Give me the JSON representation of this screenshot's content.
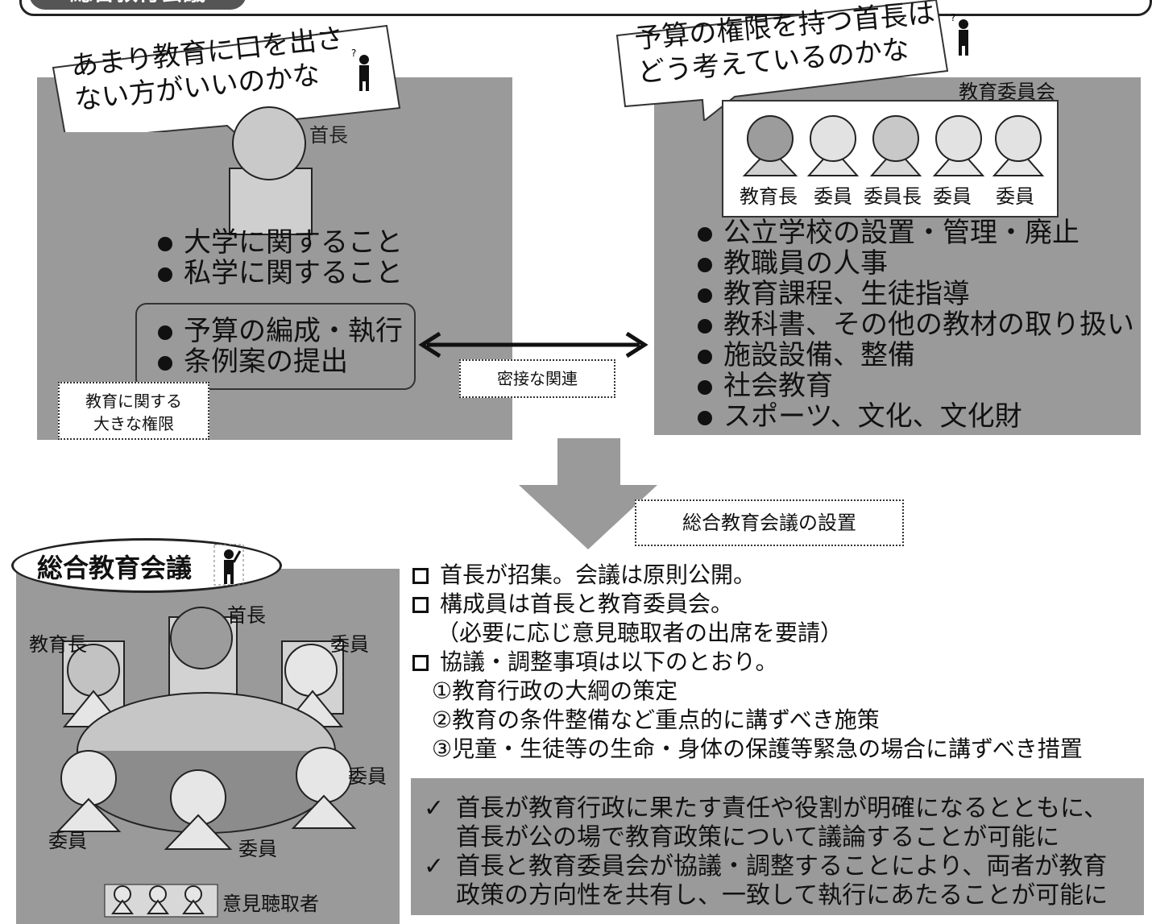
{
  "header": {
    "title": "総合教育会議"
  },
  "left_panel": {
    "bubble": [
      "あまり教育に口を出さ",
      "ない方がいいのかな"
    ],
    "head_label": "首長",
    "bullets": [
      "大学に関すること",
      "私学に関すること"
    ],
    "framed_bullets": [
      "予算の編成・執行",
      "条例案の提出"
    ],
    "note": [
      "教育に関する",
      "大きな権限"
    ]
  },
  "arrow_label": "密接な関連",
  "right_panel": {
    "bubble": [
      "予算の権限を持つ首長は",
      "どう考えているのかな"
    ],
    "committee_title": "教育委員会",
    "members": [
      "教育長",
      "委員",
      "委員長",
      "委員",
      "委員"
    ],
    "bullets": [
      "公立学校の設置・管理・廃止",
      "教職員の人事",
      "教育課程、生徒指導",
      "教科書、その他の教材の取り扱い",
      "施設設備、整備",
      "社会教育",
      "スポーツ、文化、文化財"
    ]
  },
  "down_arrow_label": "総合教育会議の設置",
  "bottom_panel": {
    "title": "総合教育会議",
    "labels": {
      "head": "首長",
      "superintendent": "教育長",
      "member_right": "委員",
      "member_right2": "委員",
      "member_left_bottom": "委員",
      "member_center_bottom": "委員",
      "listeners": "意見聴取者"
    }
  },
  "points": {
    "items": [
      "首長が招集。会議は原則公開。",
      "構成員は首長と教育委員会。",
      "協議・調整事項は以下のとおり。"
    ],
    "sub_note": "（必要に応じ意見聴取者の出席を要請）",
    "subitems": [
      "①教育行政の大綱の策定",
      "②教育の条件整備など重点的に講ずべき施策",
      "③児童・生徒等の生命・身体の保護等緊急の場合に講ずべき措置"
    ]
  },
  "conclusions": [
    [
      "首長が教育行政に果たす責任や役割が明確になるとともに、",
      "首長が公の場で教育政策について議論することが可能に"
    ],
    [
      "首長と教育委員会が協議・調整することにより、両者が教育",
      "政策の方向性を共有し、一致して執行にあたることが可能に"
    ]
  ],
  "checkmark": "✓"
}
